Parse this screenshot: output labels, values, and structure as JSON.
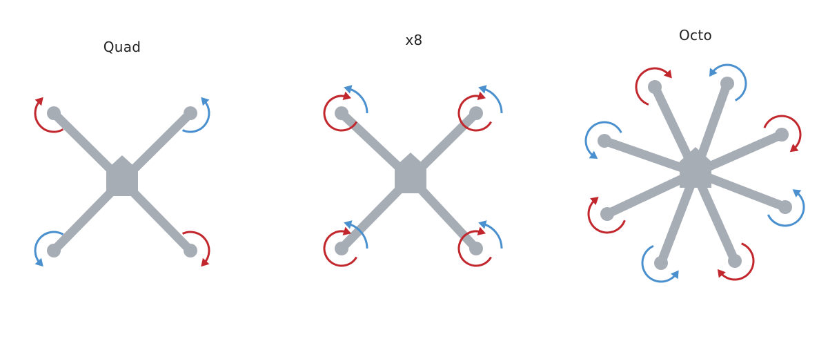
{
  "titles": {
    "quad": "Quad",
    "x8": "x8",
    "octo": "Octo"
  },
  "colors": {
    "frame": "#a7adb5",
    "cw": "#c1272d",
    "ccw": "#4a90cf",
    "text": "#222222"
  },
  "diagrams": {
    "quad": {
      "motors": [
        {
          "position": "front-left",
          "rotors": [
            {
              "direction": "cw"
            }
          ]
        },
        {
          "position": "front-right",
          "rotors": [
            {
              "direction": "ccw"
            }
          ]
        },
        {
          "position": "rear-left",
          "rotors": [
            {
              "direction": "ccw"
            }
          ]
        },
        {
          "position": "rear-right",
          "rotors": [
            {
              "direction": "cw"
            }
          ]
        }
      ]
    },
    "x8": {
      "motors": [
        {
          "position": "front-left",
          "rotors": [
            {
              "direction": "ccw",
              "layer": "outer"
            },
            {
              "direction": "cw",
              "layer": "inner"
            }
          ]
        },
        {
          "position": "front-right",
          "rotors": [
            {
              "direction": "ccw",
              "layer": "outer"
            },
            {
              "direction": "cw",
              "layer": "inner"
            }
          ]
        },
        {
          "position": "rear-left",
          "rotors": [
            {
              "direction": "ccw",
              "layer": "outer"
            },
            {
              "direction": "cw",
              "layer": "inner"
            }
          ]
        },
        {
          "position": "rear-right",
          "rotors": [
            {
              "direction": "ccw",
              "layer": "outer"
            },
            {
              "direction": "cw",
              "layer": "inner"
            }
          ]
        }
      ]
    },
    "octo": {
      "motors": [
        {
          "position": "arm-1",
          "rotors": [
            {
              "direction": "cw"
            }
          ]
        },
        {
          "position": "arm-2",
          "rotors": [
            {
              "direction": "ccw"
            }
          ]
        },
        {
          "position": "arm-3",
          "rotors": [
            {
              "direction": "cw"
            }
          ]
        },
        {
          "position": "arm-4",
          "rotors": [
            {
              "direction": "ccw"
            }
          ]
        },
        {
          "position": "arm-5",
          "rotors": [
            {
              "direction": "cw"
            }
          ]
        },
        {
          "position": "arm-6",
          "rotors": [
            {
              "direction": "ccw"
            }
          ]
        },
        {
          "position": "arm-7",
          "rotors": [
            {
              "direction": "cw"
            }
          ]
        },
        {
          "position": "arm-8",
          "rotors": [
            {
              "direction": "ccw"
            }
          ]
        }
      ]
    }
  }
}
